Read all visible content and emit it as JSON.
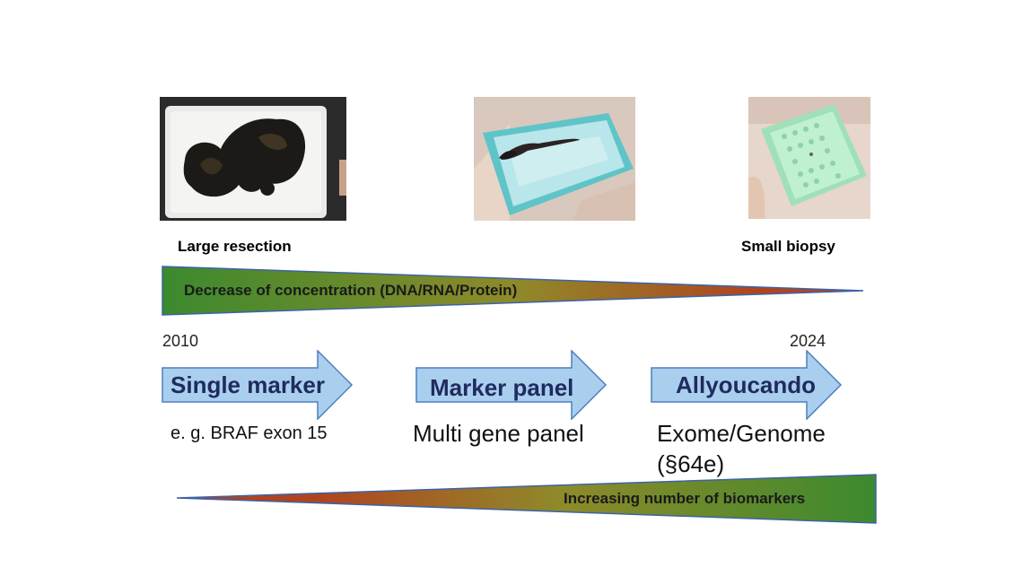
{
  "images": [
    {
      "caption": "Large resection",
      "subject": "large tissue resection in cassette"
    },
    {
      "caption": "",
      "subject": "medium tissue sample in cassette"
    },
    {
      "caption": "Small biopsy",
      "subject": "small biopsy in cassette"
    }
  ],
  "concentration_wedge": {
    "label": "Decrease of concentration (DNA/RNA/Protein)",
    "colors": [
      "#3c8a2e",
      "#b14420"
    ]
  },
  "years": {
    "start": "2010",
    "end": "2024"
  },
  "stages": [
    {
      "label": "Single marker",
      "description": "e. g. BRAF exon 15"
    },
    {
      "label": "Marker panel",
      "description": "Multi gene panel"
    },
    {
      "label": "Allyoucando",
      "description": "Exome/Genome",
      "description2": "(§64e)"
    }
  ],
  "biomarker_wedge": {
    "label": "Increasing number of biomarkers",
    "colors": [
      "#b14420",
      "#3c8a2e"
    ]
  },
  "colors": {
    "arrow_fill": "#aacfee",
    "arrow_stroke": "#4d7fbf",
    "arrow_text": "#1f2b5e",
    "wedge_border": "#3b63a6"
  }
}
